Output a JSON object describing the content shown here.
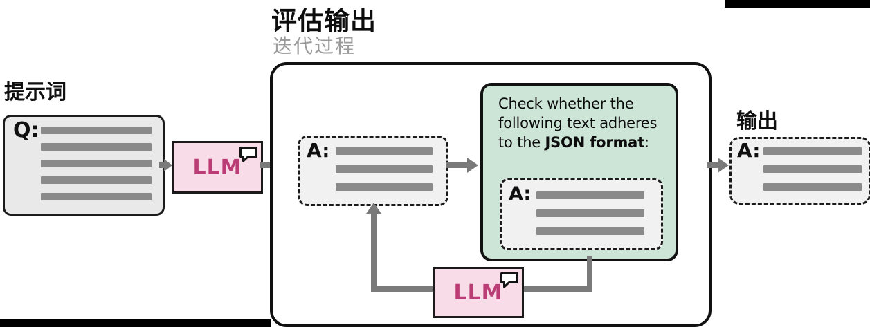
{
  "header": {
    "title": "评估输出",
    "subtitle": "迭代过程"
  },
  "prompt": {
    "label": "提示词",
    "prefix": "Q:"
  },
  "llm_top": {
    "label": "LLM"
  },
  "llm_bottom": {
    "label": "LLM"
  },
  "answer_box": {
    "prefix": "A:"
  },
  "check_box": {
    "line1": "Check whether the",
    "line2": "following text adheres",
    "line3_pre": "to the ",
    "line3_strong": "JSON format",
    "line3_post": ":",
    "inner_prefix": "A:"
  },
  "output": {
    "label": "输出",
    "prefix": "A:"
  },
  "colors": {
    "llm_bg": "#f8dce7",
    "llm_text": "#bb3d76",
    "check_bg": "#cde5d7",
    "panel_bg": "#e9e9e9",
    "dashed_bg": "#f1f1f1",
    "line_gray": "#8a8a8a",
    "arrow_gray": "#7a7a7a"
  }
}
